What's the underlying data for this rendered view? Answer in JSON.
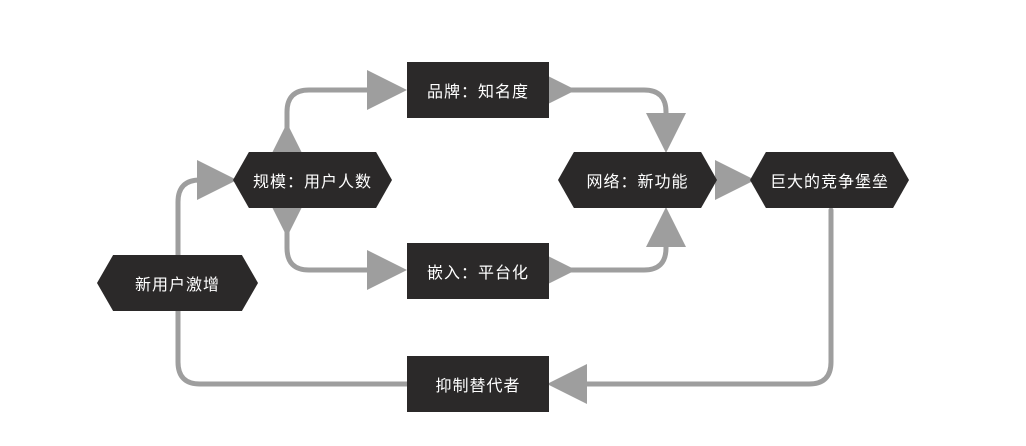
{
  "nodes": {
    "brand": "品牌：知名度",
    "scale": "规模：用户人数",
    "network": "网络：新功能",
    "embed": "嵌入：平台化",
    "surge": "新用户激增",
    "moat": "巨大的竞争堡垒",
    "suppress": "抑制替代者"
  },
  "colors": {
    "node_fill": "#2b2929",
    "connector": "#9e9e9e",
    "text": "#ffffff"
  }
}
